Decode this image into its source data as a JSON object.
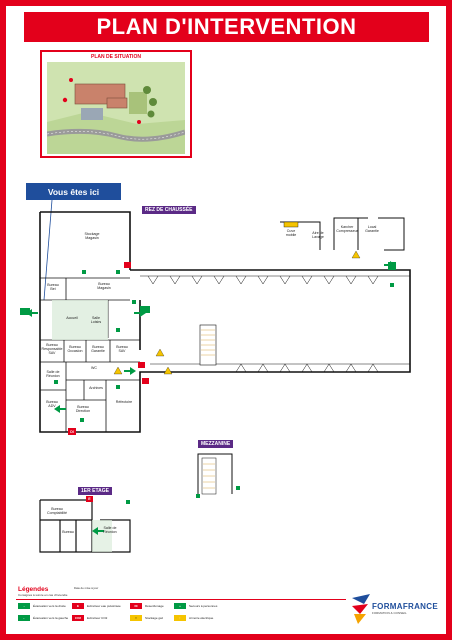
{
  "header": {
    "title": "PLAN D'INTERVENTION"
  },
  "situation": {
    "title": "PLAN DE SITUATION"
  },
  "marker": {
    "you_are_here": "Vous êtes ici"
  },
  "sections": {
    "ground": "REZ DE CHAUSSÉE",
    "mezzanine": "MEZZANINE",
    "first": "1ER ETAGE"
  },
  "rooms": {
    "stockage": "Stockage\nMagasin",
    "bureau_bei": "Bureau\nBei",
    "bureau_magasin": "Bureau\nMagasin",
    "accueil": "Accueil",
    "salle_loisirs": "Salle\nLoisirs",
    "bureau_resp_sav": "Bureau\nResponsable\nSAV",
    "bureau_occasion": "Bureau\nOccasion",
    "bureau_garantie": "Bureau\nGarantie",
    "bureau_sav": "Bureau\nSAV",
    "salle_reunion": "Salle de\nRéunion",
    "bureau_adv": "Bureau\nADV",
    "bureau_direction": "Bureau\nDirection",
    "archives": "Archives",
    "refectoire": "Réfectoire",
    "cuve": "Cuve\nmobile",
    "aire_lavage": "Aire de\nLavage",
    "karcher": "Karcher\nCompresseur",
    "local_garantie": "Local\nGarantie",
    "bureau_comptabilite": "Bureau\nComptabilité",
    "salle_reunion_etage": "Salle de\nRéunion",
    "bureau_etage": "Bureau",
    "wc": "WC"
  },
  "markers": {
    "di": "DI",
    "e": "E"
  },
  "legend": {
    "title": "Légendes",
    "subtitle": "Consignes à suivre en cas d'incendie",
    "meta": "Date de mise à jour",
    "items": [
      {
        "label": "Évacuation vers la droite",
        "color": "#009a44",
        "glyph": "→"
      },
      {
        "label": "Évacuation vers la gauche",
        "color": "#009a44",
        "glyph": "←"
      },
      {
        "label": "Extincteur eau pulvérisée",
        "color": "#e3001b",
        "glyph": "E"
      },
      {
        "label": "Extincteur CO2",
        "color": "#e3001b",
        "glyph": "CO2"
      },
      {
        "label": "Désenfumage",
        "color": "#e3001b",
        "glyph": "DI"
      },
      {
        "label": "Stockage gaz",
        "color": "#f5c400",
        "glyph": "!"
      },
      {
        "label": "Secours à personnes",
        "color": "#009a44",
        "glyph": "+"
      },
      {
        "label": "Armoire électrique",
        "color": "#f5c400",
        "glyph": "⚡"
      }
    ]
  },
  "brand": {
    "name": "FORMAFRANCE",
    "sub": "FORMATION & CONSEIL"
  },
  "colors": {
    "red": "#e3001b",
    "blue": "#1f4e9c",
    "purple": "#5b2a86",
    "green": "#009a44",
    "wall": "#111111"
  }
}
